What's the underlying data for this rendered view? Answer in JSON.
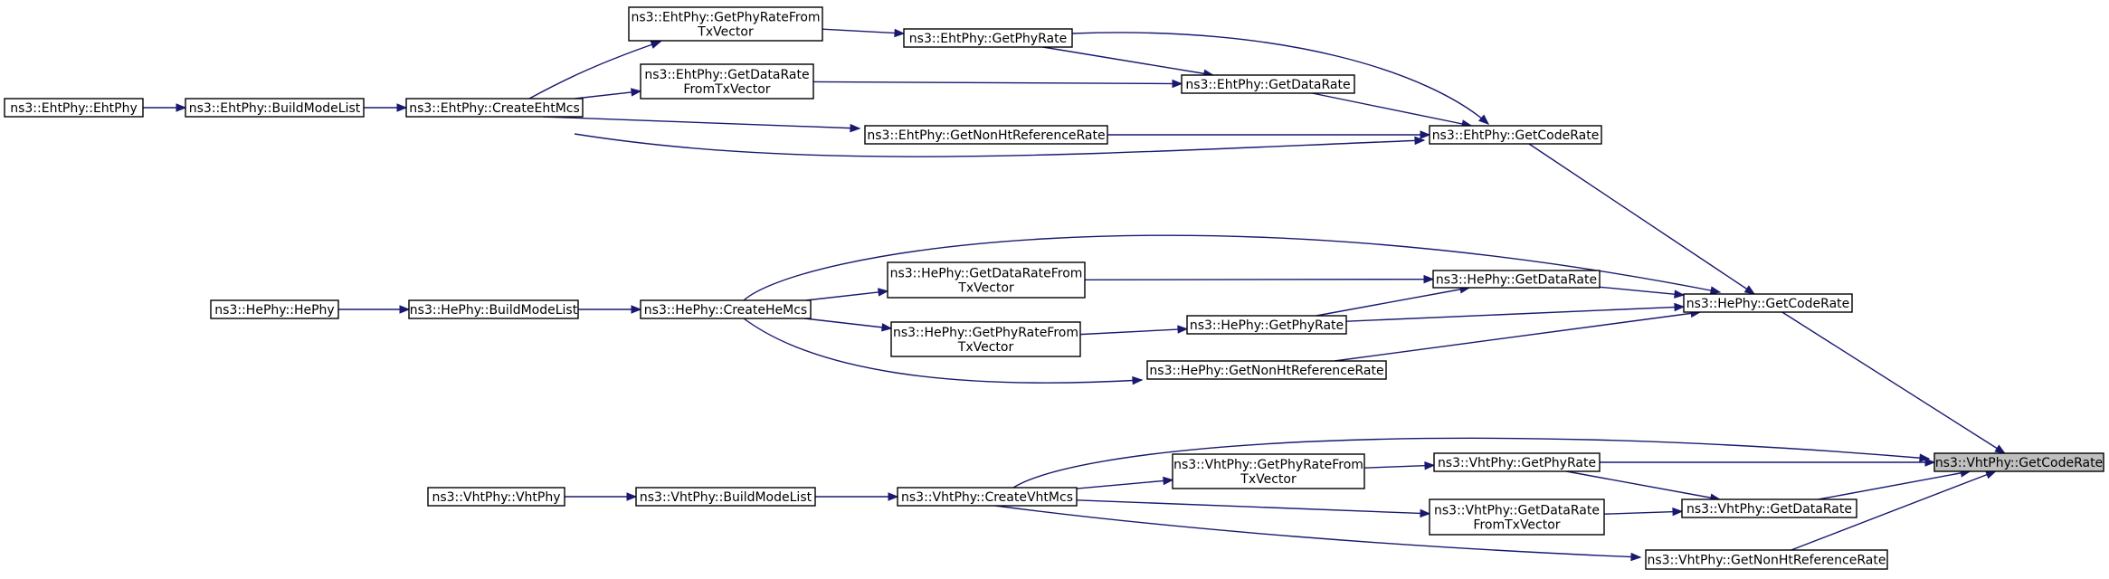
{
  "graph": {
    "nodes": {
      "vht_codeRate": [
        "ns3::VhtPhy::GetCodeRate"
      ],
      "vht_phyRate": [
        "ns3::VhtPhy::GetPhyRate"
      ],
      "vht_dataRate": [
        "ns3::VhtPhy::GetDataRate"
      ],
      "vht_nonHt": [
        "ns3::VhtPhy::GetNonHtReferenceRate"
      ],
      "vht_phyRateTx": [
        "ns3::VhtPhy::GetPhyRateFrom",
        "TxVector"
      ],
      "vht_dataRateTx": [
        "ns3::VhtPhy::GetDataRate",
        "FromTxVector"
      ],
      "vht_createMcs": [
        "ns3::VhtPhy::CreateVhtMcs"
      ],
      "vht_buildModeList": [
        "ns3::VhtPhy::BuildModeList"
      ],
      "vht_ctor": [
        "ns3::VhtPhy::VhtPhy"
      ],
      "he_codeRate": [
        "ns3::HePhy::GetCodeRate"
      ],
      "he_dataRate": [
        "ns3::HePhy::GetDataRate"
      ],
      "he_phyRate": [
        "ns3::HePhy::GetPhyRate"
      ],
      "he_nonHt": [
        "ns3::HePhy::GetNonHtReferenceRate"
      ],
      "he_dataRateTx": [
        "ns3::HePhy::GetDataRateFrom",
        "TxVector"
      ],
      "he_phyRateTx": [
        "ns3::HePhy::GetPhyRateFrom",
        "TxVector"
      ],
      "he_createMcs": [
        "ns3::HePhy::CreateHeMcs"
      ],
      "he_buildModeList": [
        "ns3::HePhy::BuildModeList"
      ],
      "he_ctor": [
        "ns3::HePhy::HePhy"
      ],
      "eht_codeRate": [
        "ns3::EhtPhy::GetCodeRate"
      ],
      "eht_dataRate": [
        "ns3::EhtPhy::GetDataRate"
      ],
      "eht_phyRate": [
        "ns3::EhtPhy::GetPhyRate"
      ],
      "eht_nonHt": [
        "ns3::EhtPhy::GetNonHtReferenceRate"
      ],
      "eht_phyRateTx": [
        "ns3::EhtPhy::GetPhyRateFrom",
        "TxVector"
      ],
      "eht_dataRateTx": [
        "ns3::EhtPhy::GetDataRate",
        "FromTxVector"
      ],
      "eht_createMcs": [
        "ns3::EhtPhy::CreateEhtMcs"
      ],
      "eht_buildModeList": [
        "ns3::EhtPhy::BuildModeList"
      ],
      "eht_ctor": [
        "ns3::EhtPhy::EhtPhy"
      ]
    },
    "edges": [
      [
        "vht_phyRate",
        "vht_codeRate"
      ],
      [
        "vht_dataRate",
        "vht_codeRate"
      ],
      [
        "vht_nonHt",
        "vht_codeRate"
      ],
      [
        "vht_createMcs",
        "vht_codeRate"
      ],
      [
        "he_codeRate",
        "vht_codeRate"
      ],
      [
        "vht_phyRateTx",
        "vht_phyRate"
      ],
      [
        "vht_phyRate",
        "vht_dataRate"
      ],
      [
        "vht_dataRateTx",
        "vht_dataRate"
      ],
      [
        "vht_createMcs",
        "vht_phyRateTx"
      ],
      [
        "vht_createMcs",
        "vht_dataRateTx"
      ],
      [
        "vht_createMcs",
        "vht_nonHt"
      ],
      [
        "vht_buildModeList",
        "vht_createMcs"
      ],
      [
        "vht_ctor",
        "vht_buildModeList"
      ],
      [
        "he_dataRate",
        "he_codeRate"
      ],
      [
        "he_phyRate",
        "he_codeRate"
      ],
      [
        "he_nonHt",
        "he_codeRate"
      ],
      [
        "he_createMcs",
        "he_codeRate"
      ],
      [
        "eht_codeRate",
        "he_codeRate"
      ],
      [
        "he_dataRateTx",
        "he_dataRate"
      ],
      [
        "he_phyRate",
        "he_dataRate"
      ],
      [
        "he_phyRateTx",
        "he_phyRate"
      ],
      [
        "he_createMcs",
        "he_dataRateTx"
      ],
      [
        "he_createMcs",
        "he_phyRateTx"
      ],
      [
        "he_createMcs",
        "he_nonHt"
      ],
      [
        "he_buildModeList",
        "he_createMcs"
      ],
      [
        "he_ctor",
        "he_buildModeList"
      ],
      [
        "eht_phyRate",
        "eht_codeRate"
      ],
      [
        "eht_dataRate",
        "eht_codeRate"
      ],
      [
        "eht_nonHt",
        "eht_codeRate"
      ],
      [
        "eht_createMcs",
        "eht_codeRate"
      ],
      [
        "eht_phyRate",
        "eht_dataRate"
      ],
      [
        "eht_dataRateTx",
        "eht_dataRate"
      ],
      [
        "eht_phyRateTx",
        "eht_phyRate"
      ],
      [
        "eht_createMcs",
        "eht_phyRateTx"
      ],
      [
        "eht_createMcs",
        "eht_dataRateTx"
      ],
      [
        "eht_createMcs",
        "eht_nonHt"
      ],
      [
        "eht_buildModeList",
        "eht_createMcs"
      ],
      [
        "eht_ctor",
        "eht_buildModeList"
      ]
    ],
    "highlighted": "vht_codeRate"
  }
}
